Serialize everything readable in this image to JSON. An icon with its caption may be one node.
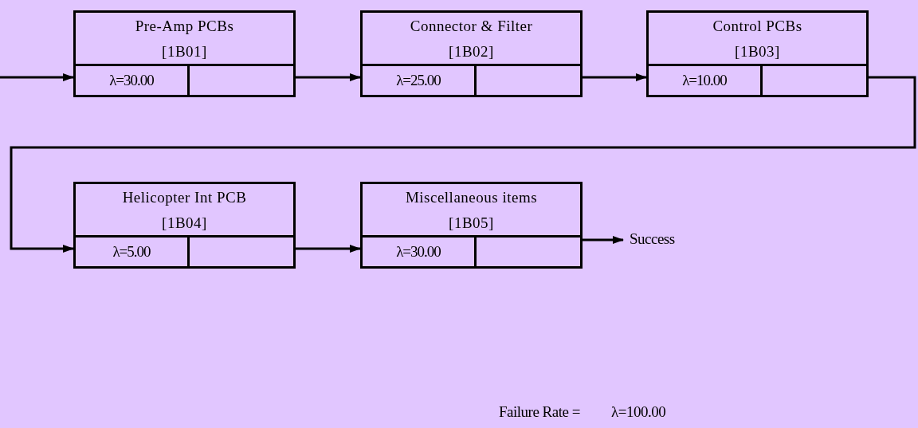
{
  "diagram": {
    "nodes": [
      {
        "text": [
          "Pre-Amp PCBs",
          "[1B01]",
          "λ=30.00"
        ]
      },
      {
        "text": [
          "Connector & Filter",
          "[1B02]",
          "λ=25.00"
        ]
      },
      {
        "text": [
          "Control PCBs",
          "[1B03]",
          "λ=10.00"
        ]
      },
      {
        "text": [
          "Helicopter Int PCB",
          "[1B04]",
          "λ=5.00"
        ]
      },
      {
        "text": [
          "Miscellaneous items",
          "[1B05]",
          "λ=30.00"
        ]
      },
      {
        "text": [
          "Success"
        ]
      }
    ],
    "edges": [
      {
        "from": null,
        "to": 0,
        "arrow": "to"
      },
      {
        "from": 0,
        "to": 1,
        "arrow": "to"
      },
      {
        "from": 1,
        "to": 2,
        "arrow": "to"
      },
      {
        "from": 2,
        "to": 3,
        "arrow": "to"
      },
      {
        "from": 3,
        "to": 4,
        "arrow": "to"
      },
      {
        "from": 4,
        "to": 5,
        "arrow": "to"
      }
    ],
    "labels": [
      "Failure Rate =",
      "λ=100.00"
    ]
  }
}
